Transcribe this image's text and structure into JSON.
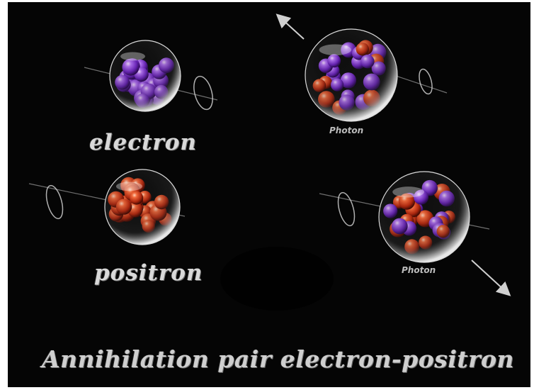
{
  "labels": {
    "electron": "electron",
    "positron": "positron",
    "photon_1": "Photon",
    "photon_2": "Photon",
    "caption": "Annihilation pair electron-positron"
  },
  "colors": {
    "background": "#050505",
    "electron_ball": "#8a3fd0",
    "positron_ball": "#d9461e",
    "text": "#d9d9d9"
  },
  "icons": {
    "photon_1_arrow": "arrow-up-left-icon",
    "photon_2_arrow": "arrow-down-right-icon",
    "spin_orbit": "spin-ellipse-icon"
  }
}
